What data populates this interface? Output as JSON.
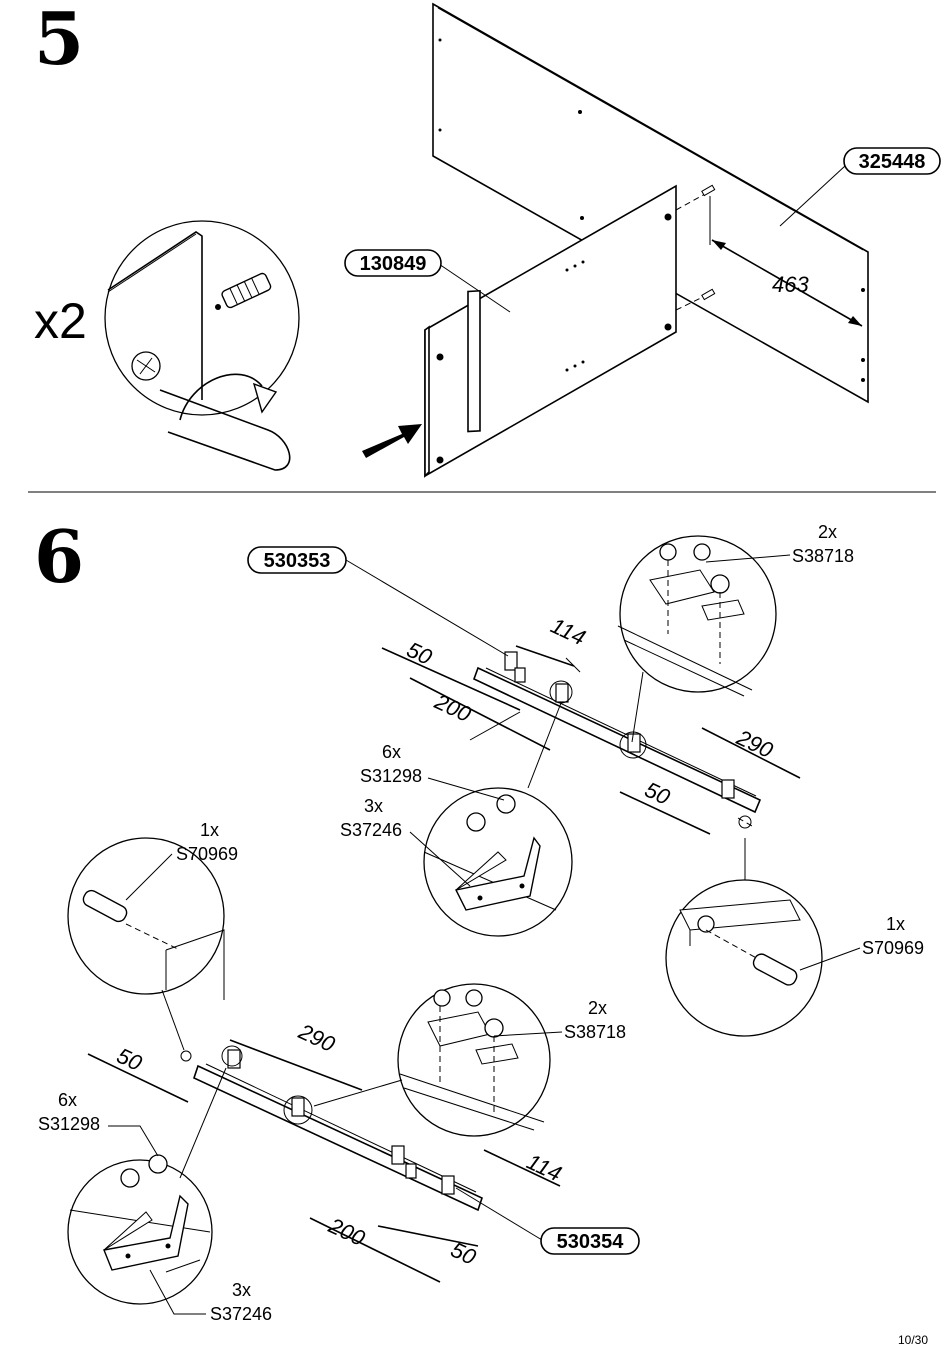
{
  "page_number": "10/30",
  "step5": {
    "number": "5",
    "quantity": "x2",
    "part_back_panel": "325448",
    "part_side_panel": "130849",
    "dimension": "463"
  },
  "step6": {
    "number": "6",
    "rail_top": {
      "part": "530353",
      "dim_114": "114",
      "dim_50_left": "50",
      "dim_200": "200",
      "dim_290": "290",
      "dim_50_right": "50",
      "connector_qty": "2x",
      "connector_code": "S38718",
      "screw_qty": "6x",
      "screw_code": "S31298",
      "bracket_qty": "3x",
      "bracket_code": "S37246",
      "dowel_qty": "1x",
      "dowel_code": "S70969"
    },
    "rail_bottom": {
      "part": "530354",
      "dim_290": "290",
      "dim_50_left": "50",
      "dim_114": "114",
      "dim_200": "200",
      "dim_50_right": "50",
      "connector_qty": "2x",
      "connector_code": "S38718",
      "screw_qty": "6x",
      "screw_code": "S31298",
      "bracket_qty": "3x",
      "bracket_code": "S37246",
      "dowel_qty": "1x",
      "dowel_code": "S70969"
    }
  }
}
